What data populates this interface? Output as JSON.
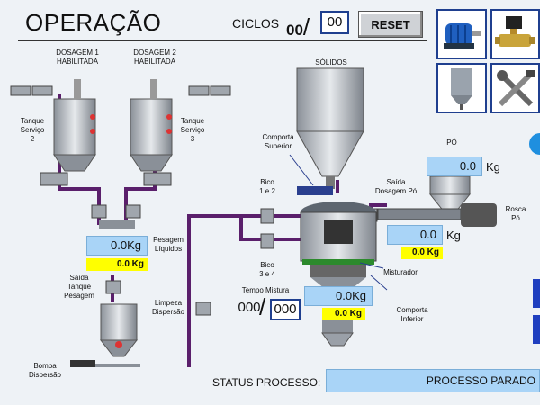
{
  "header": {
    "title": "OPERAÇÃO",
    "cycles_label": "CICLOS",
    "cycles_value": "00",
    "cycles_target": "00",
    "reset_label": "RESET"
  },
  "labels": {
    "dosagem1": [
      "DOSAGEM 1",
      "HABILITADA"
    ],
    "dosagem2": [
      "DOSAGEM 2",
      "HABILITADA"
    ],
    "tanque2": [
      "Tanque",
      "Serviço",
      "2"
    ],
    "tanque3": [
      "Tanque",
      "Serviço",
      "3"
    ],
    "solidos": "SÓLIDOS",
    "comporta_sup": [
      "Comporta",
      "Superior"
    ],
    "bico12": [
      "Bico",
      "1 e 2"
    ],
    "bico34": [
      "Bico",
      "3 e 4"
    ],
    "saida_po": [
      "Saída",
      "Dosagem Pó"
    ],
    "po": "PÓ",
    "rosca_po": [
      "Rosca",
      "Pó"
    ],
    "pesagem_liq": [
      "Pesagem",
      "Líquidos"
    ],
    "saida_tanque": [
      "Saída",
      "Tanque",
      "Pesagem"
    ],
    "limpeza": [
      "Limpeza",
      "Dispersão"
    ],
    "tempo_mistura": "Tempo Mistura",
    "misturador": "Misturador",
    "comporta_inf": [
      "Comporta",
      "Inferior"
    ],
    "bomba": [
      "Bomba",
      "Dispersão"
    ]
  },
  "readings": {
    "liquidos_main": "0.0Kg",
    "liquidos_sub": "0.0 Kg",
    "po_scale": "0.0",
    "po_scale_unit": "Kg",
    "rosca_main": "0.0",
    "rosca_unit": "Kg",
    "rosca_sub": "0.0 Kg",
    "mixer_main": "0.0Kg",
    "mixer_sub": "0.0 Kg",
    "tempo_value": "000",
    "tempo_target": "000"
  },
  "status": {
    "label": "STATUS PROCESSO:",
    "value": "PROCESSO PARADO"
  },
  "nav_icons": [
    "motor-icon",
    "valve-icon",
    "tank-icon",
    "tools-icon"
  ],
  "colors": {
    "pipe": "#5a1f6b",
    "display": "#a9d4f7",
    "highlight": "#ffff00",
    "frame": "#1f3f8f"
  }
}
